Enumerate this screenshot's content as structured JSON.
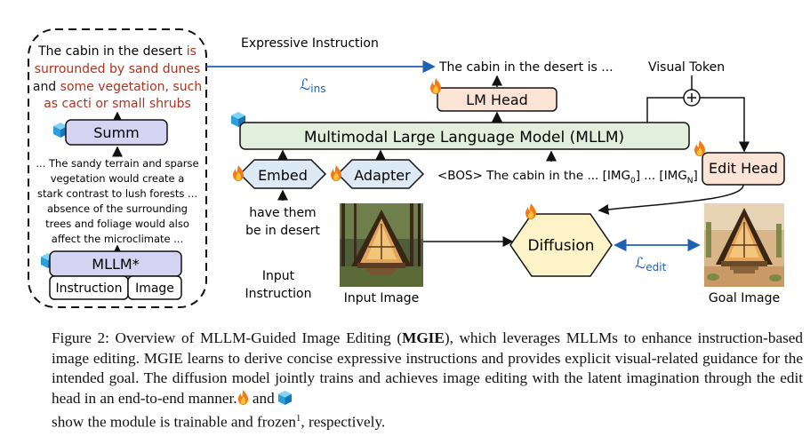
{
  "left_panel": {
    "expressive_text": {
      "prefix": "The cabin in the desert ",
      "highlight1": "is surrounded by sand dunes",
      "mid": "and ",
      "highlight2": "some vegetation, such as cacti or small shrubs"
    },
    "summ_label": "Summ",
    "long_text": [
      "... The sandy terrain and sparse",
      "vegetation would create a",
      "stark contrast to lush forests ...",
      "absence of the surrounding",
      "trees and foliage would also",
      "affect the microclimate ..."
    ],
    "mllm_star_label": "MLLM*",
    "instruction_label": "Instruction",
    "image_label": "Image"
  },
  "diagram": {
    "expressive_instruction_label": "Expressive Instruction",
    "loss_ins_label": "ℒ",
    "loss_ins_sub": "ins",
    "output_text": "The cabin in the desert is ...",
    "lm_head_label": "LM Head",
    "visual_token_label": "Visual Token",
    "mllm_label": "Multimodal Large Language Model (MLLM)",
    "embed_label": "Embed",
    "adapter_label": "Adapter",
    "input_seq": {
      "text": "<BOS> The cabin in the ...  [IMG",
      "sub0": "0",
      "mid": "] ... [IMG",
      "subN": "N",
      "end": "]"
    },
    "edit_head_label": "Edit Head",
    "instruction_text": [
      "have them",
      "be in desert"
    ],
    "input_instruction_label": [
      "Input",
      "Instruction"
    ],
    "input_image_label": "Input Image",
    "diffusion_label": "Diffusion",
    "loss_edit_label": "ℒ",
    "loss_edit_sub": "edit",
    "goal_image_label": "Goal Image"
  },
  "caption": {
    "prefix": "Figure 2: Overview of MLLM-Guided Image Editing (",
    "bold": "MGIE",
    "body": "), which leverages MLLMs to enhance instruction-based image editing. MGIE learns to derive concise expressive instructions and provides explicit visual-related guidance for the intended goal. The diffusion model jointly trains and achieves image editing with the latent imagination through the edit head in an end-to-end manner.",
    "and_word": " and ",
    "tail": " show the module is trainable and frozen",
    "footnote": "1",
    "end": ", respectively."
  },
  "colors": {
    "highlight_red": "#b5301c",
    "loss_blue": "#1f5fb4",
    "summ_fill": "#d4d3f2",
    "mllm_fill": "#e2efdc",
    "head_fill": "#fbe3d6",
    "embed_fill": "#dde9f5",
    "diffusion_fill": "#fdf3c8"
  }
}
